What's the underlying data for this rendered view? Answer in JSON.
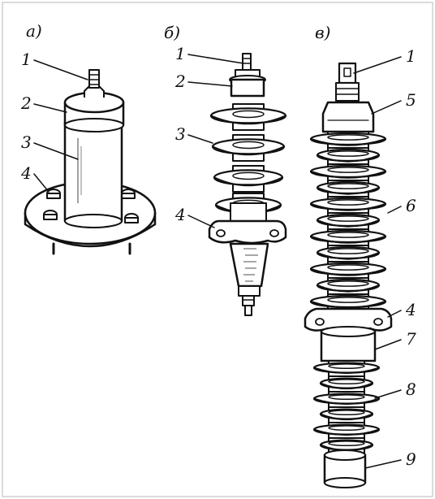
{
  "panels": [
    {
      "id": "a",
      "letter": "а)",
      "callouts": [
        "1",
        "2",
        "3",
        "4"
      ]
    },
    {
      "id": "b",
      "letter": "б)",
      "callouts": [
        "1",
        "2",
        "3",
        "4"
      ]
    },
    {
      "id": "v",
      "letter": "в)",
      "callouts": [
        "1",
        "5",
        "6",
        "4",
        "7",
        "8",
        "9"
      ]
    }
  ]
}
